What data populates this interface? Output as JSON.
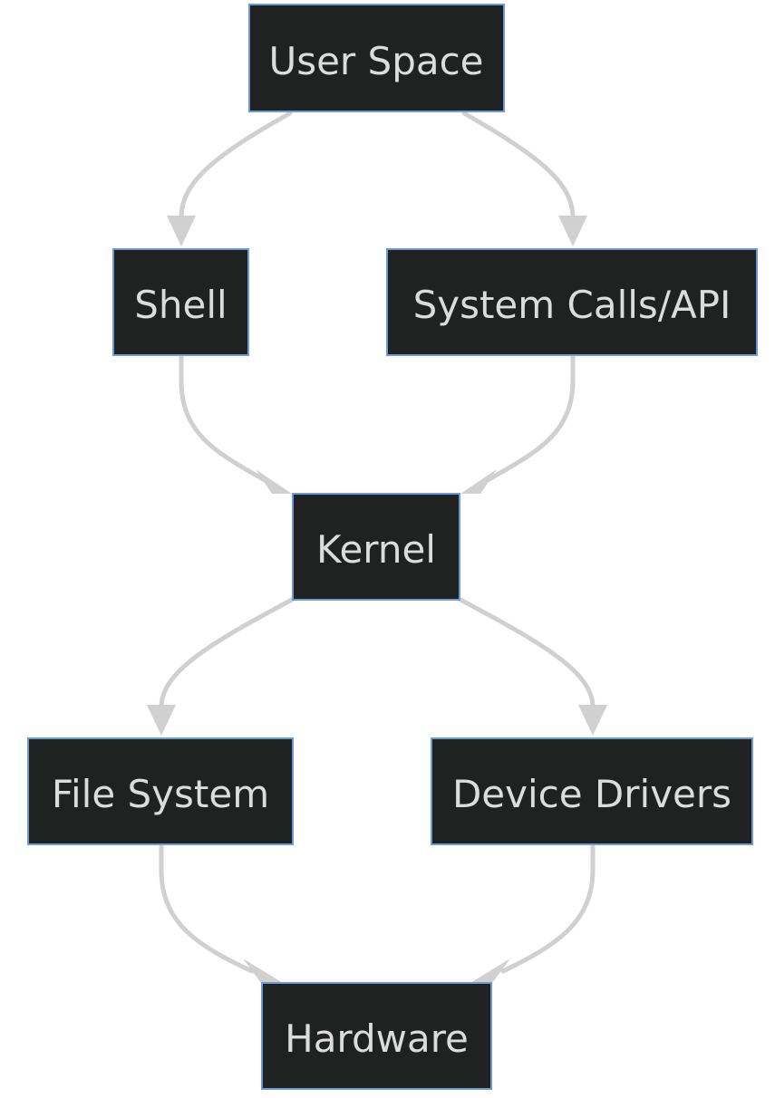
{
  "diagram": {
    "nodes": {
      "user_space": "User Space",
      "shell": "Shell",
      "system_calls": "System Calls/API",
      "kernel": "Kernel",
      "file_system": "File System",
      "device_drivers": "Device Drivers",
      "hardware": "Hardware"
    },
    "edges": [
      {
        "from": "User Space",
        "to": "Shell"
      },
      {
        "from": "User Space",
        "to": "System Calls/API"
      },
      {
        "from": "Shell",
        "to": "Kernel"
      },
      {
        "from": "System Calls/API",
        "to": "Kernel"
      },
      {
        "from": "Kernel",
        "to": "File System"
      },
      {
        "from": "Kernel",
        "to": "Device Drivers"
      },
      {
        "from": "File System",
        "to": "Hardware"
      },
      {
        "from": "Device Drivers",
        "to": "Hardware"
      }
    ],
    "colors": {
      "node_fill": "#202221",
      "node_border": "#6a9bd8",
      "node_text": "#dcdcdc",
      "edge": "#d0d0d0",
      "background": "#ffffff"
    }
  }
}
